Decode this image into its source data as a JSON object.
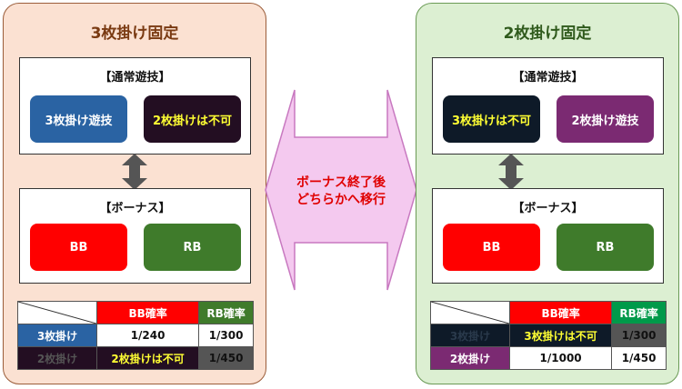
{
  "left": {
    "title": "3枚掛け固定",
    "normal_heading": "【通常遊技】",
    "normal_btn1": "3枚掛け遊技",
    "normal_btn2": "2枚掛けは不可",
    "bonus_heading": "【ボーナス】",
    "bonus_bb": "BB",
    "bonus_rb": "RB",
    "table": {
      "headers": [
        "",
        "BB確率",
        "RB確率"
      ],
      "rows": [
        {
          "label": "3枚掛け",
          "bb": "1/240",
          "rb": "1/300"
        },
        {
          "label": "2枚掛け",
          "bb": "2枚掛けは不可",
          "rb": "1/450"
        }
      ]
    }
  },
  "right": {
    "title": "2枚掛け固定",
    "normal_heading": "【通常遊技】",
    "normal_btn1": "3枚掛けは不可",
    "normal_btn2": "2枚掛け遊技",
    "bonus_heading": "【ボーナス】",
    "bonus_bb": "BB",
    "bonus_rb": "RB",
    "table": {
      "headers": [
        "",
        "BB確率",
        "RB確率"
      ],
      "rows": [
        {
          "label": "3枚掛け",
          "bb": "3枚掛けは不可",
          "rb": "1/300"
        },
        {
          "label": "2枚掛け",
          "bb": "1/1000",
          "rb": "1/450"
        }
      ]
    }
  },
  "center": {
    "line1": "ボーナス終了後",
    "line2": "どちらかへ移行"
  },
  "colors": {
    "blue": "#2a63a3",
    "dark_purple": "#230e22",
    "navy_dark": "#0e1a28",
    "purple": "#7b2a72",
    "red": "#ff0000",
    "green": "#3f7b2b",
    "bright_green": "#009a4a",
    "gray": "#555555",
    "arrow_pink": "#f4c9ef",
    "arrow_stroke": "#c879c0",
    "yellow": "#ffff33"
  }
}
